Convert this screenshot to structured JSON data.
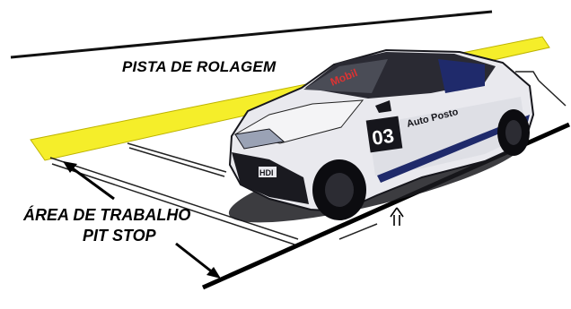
{
  "labels": {
    "track": "PISTA DE ROLAGEM",
    "work_area_line1": "ÁREA DE TRABALHO",
    "work_area_line2": "PIT STOP"
  },
  "car": {
    "number": "03",
    "sponsor_text": "Auto Posto",
    "badge": "HDI",
    "windshield_text": "Mobil"
  },
  "colors": {
    "track_stripe": "#f5ee2a",
    "car_body": "#e9e9ee",
    "car_dark": "#16161c",
    "car_accent": "#1f2a6b",
    "ink": "#000000"
  }
}
